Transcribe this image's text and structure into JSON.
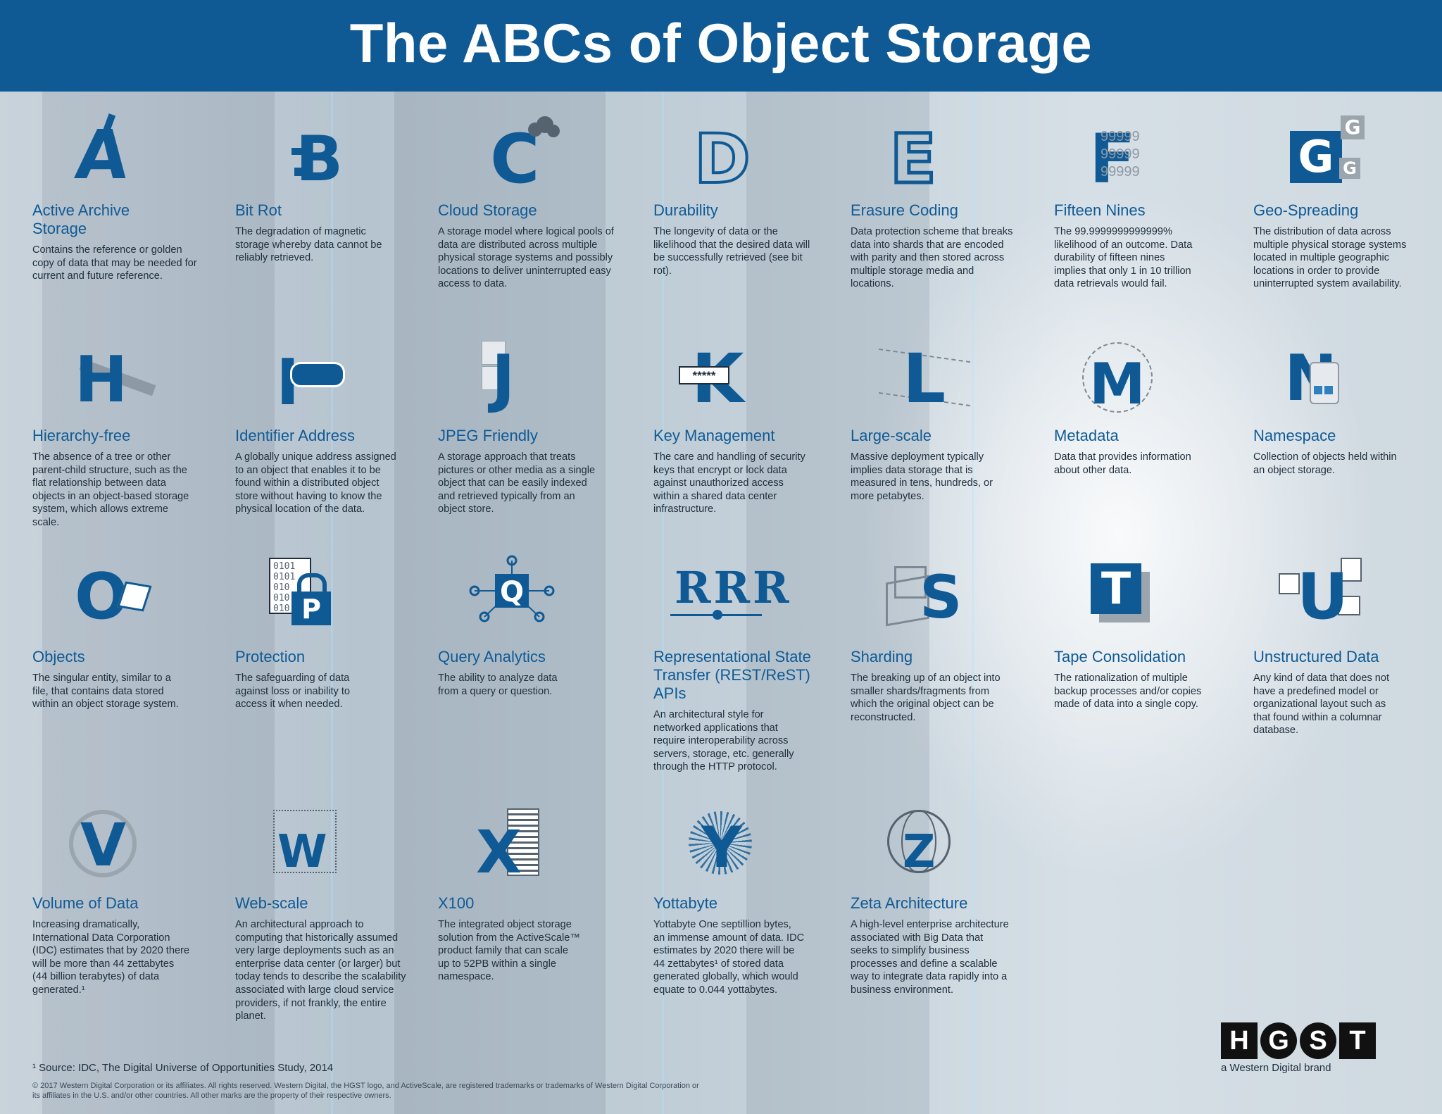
{
  "title": "The ABCs of Object Storage",
  "colors": {
    "header": "#0f5a95",
    "accent": "#0f5a95",
    "text": "#1e2e3c"
  },
  "entries": [
    {
      "letter": "A",
      "term": "Active Archive Storage",
      "definition": "Contains the reference or golden copy of data that may be needed for current and future reference.",
      "icon": "letter-a-icon"
    },
    {
      "letter": "B",
      "term": "Bit Rot",
      "definition": "The degradation of magnetic storage whereby data cannot be reliably retrieved.",
      "icon": "letter-b-icon"
    },
    {
      "letter": "C",
      "term": "Cloud Storage",
      "definition": "A storage model where logical pools of data are distributed across multiple physical storage systems and possibly locations to deliver uninterrupted easy access to data.",
      "icon": "letter-c-cloud-icon"
    },
    {
      "letter": "D",
      "term": "Durability",
      "definition": "The longevity of data or the likelihood that the desired data will be successfully retrieved (see bit rot).",
      "icon": "letter-d-chain-icon"
    },
    {
      "letter": "E",
      "term": "Erasure Coding",
      "definition": "Data protection scheme that breaks data into shards that are encoded with parity and then stored across multiple storage media and locations.",
      "icon": "letter-e-grid-icon"
    },
    {
      "letter": "F",
      "term": "Fifteen Nines",
      "definition": "The 99.9999999999999% likelihood of an outcome. Data durability of fifteen nines implies that only 1 in 10 trillion data retrievals would fail.",
      "icon": "letter-f-nines-icon",
      "icon_text": [
        "99999",
        "99999",
        "99999"
      ]
    },
    {
      "letter": "G",
      "term": "Geo-Spreading",
      "definition": "The distribution of data across multiple physical storage systems located in multiple geographic locations in order to provide uninterrupted system availability.",
      "icon": "letter-g-icon"
    },
    {
      "letter": "H",
      "term": "Hierarchy-free",
      "definition": "The absence of a tree or other parent-child structure, such as the flat relationship between data objects in an object-based storage system, which allows extreme scale.",
      "icon": "letter-h-icon"
    },
    {
      "letter": "I",
      "term": "Identifier Address",
      "definition": "A globally unique address assigned to an object that enables it to be found within a distributed object store without having to know the physical location of the data.",
      "icon": "letter-i-tag-icon"
    },
    {
      "letter": "J",
      "term": "JPEG Friendly",
      "definition": "A storage approach that treats pictures or other media as a single object that can be easily indexed and retrieved typically from an object store.",
      "icon": "letter-j-icon"
    },
    {
      "letter": "K",
      "term": "Key Management",
      "definition": "The care and handling of security keys that encrypt or lock data against unauthorized access within a shared data center infrastructure.",
      "icon": "letter-k-key-icon",
      "icon_text": [
        "*****"
      ]
    },
    {
      "letter": "L",
      "term": "Large-scale",
      "definition": "Massive deployment typically implies data storage that is measured in tens, hundreds, or more petabytes.",
      "icon": "letter-l-icon"
    },
    {
      "letter": "M",
      "term": "Metadata",
      "definition": "Data that provides information about other data.",
      "icon": "letter-m-icon"
    },
    {
      "letter": "N",
      "term": "Namespace",
      "definition": "Collection of objects held within an object storage.",
      "icon": "letter-n-icon"
    },
    {
      "letter": "O",
      "term": "Objects",
      "definition": "The singular entity, similar to a file, that contains data stored within an object storage system.",
      "icon": "letter-o-cube-icon"
    },
    {
      "letter": "P",
      "term": "Protection",
      "definition": "The safeguarding of data against loss or inability to access it when needed.",
      "icon": "letter-p-lock-icon",
      "icon_text": [
        "0101",
        "0101",
        "010",
        "010",
        "010"
      ]
    },
    {
      "letter": "Q",
      "term": "Query Analytics",
      "definition": "The ability to analyze data from a query or question.",
      "icon": "letter-q-network-icon"
    },
    {
      "letter": "R",
      "term": "Representational State Transfer (REST/ReST) APIs",
      "definition": "An architectural style for networked applications that require interoperability across servers, storage, etc. generally through the HTTP protocol.",
      "icon": "letter-r-icon",
      "icon_text": [
        "RRR"
      ]
    },
    {
      "letter": "S",
      "term": "Sharding",
      "definition": "The breaking up of an object into smaller shards/fragments from which the original object can be reconstructed.",
      "icon": "letter-s-cube-icon"
    },
    {
      "letter": "T",
      "term": "Tape Consolidation",
      "definition": "The rationalization of multiple backup processes and/or copies made of data into a single copy.",
      "icon": "letter-t-icon"
    },
    {
      "letter": "U",
      "term": "Unstructured Data",
      "definition": "Any kind of data that does not have a predefined model or organizational layout such as that found within a columnar database.",
      "icon": "letter-u-icon"
    },
    {
      "letter": "V",
      "term": "Volume of Data",
      "definition": "Increasing dramatically, International Data Corporation (IDC) estimates that by 2020 there will be more than 44 zettabytes (44 billion terabytes) of data generated.¹",
      "icon": "letter-v-compass-icon"
    },
    {
      "letter": "W",
      "term": "Web-scale",
      "definition": "An architectural approach to computing that historically assumed very large deployments such as an enterprise data center (or larger) but today tends to describe the scalability associated with large cloud service providers, if not frankly, the entire planet.",
      "icon": "letter-w-icon"
    },
    {
      "letter": "X",
      "term": "X100",
      "definition": "The integrated object storage solution from the ActiveScale™ product family that can scale up to 52PB within a single namespace.",
      "icon": "letter-x-server-icon"
    },
    {
      "letter": "Y",
      "term": "Yottabyte",
      "definition": "Yottabyte One septillion bytes, an immense amount of data. IDC estimates by 2020 there will be 44 zettabytes¹ of stored data generated globally, which would equate to 0.044 yottabytes.",
      "icon": "letter-y-icon"
    },
    {
      "letter": "Z",
      "term": "Zeta Architecture",
      "definition": "A high-level enterprise architecture associated with Big Data that seeks to simplify business processes and define a scalable way to integrate data rapidly into a business environment.",
      "icon": "letter-z-globe-icon"
    }
  ],
  "footnote": "¹ Source: IDC, The Digital Universe of Opportunities Study, 2014",
  "legal": "© 2017 Western Digital Corporation or its affiliates. All rights reserved. Western Digital, the HGST logo, and ActiveScale, are registered trademarks or trademarks of Western Digital Corporation or its affiliates in the U.S. and/or other countries. All other marks are the property of their respective owners.",
  "brand": {
    "letters": [
      "H",
      "G",
      "S",
      "T"
    ],
    "tagline": "a Western Digital brand"
  }
}
